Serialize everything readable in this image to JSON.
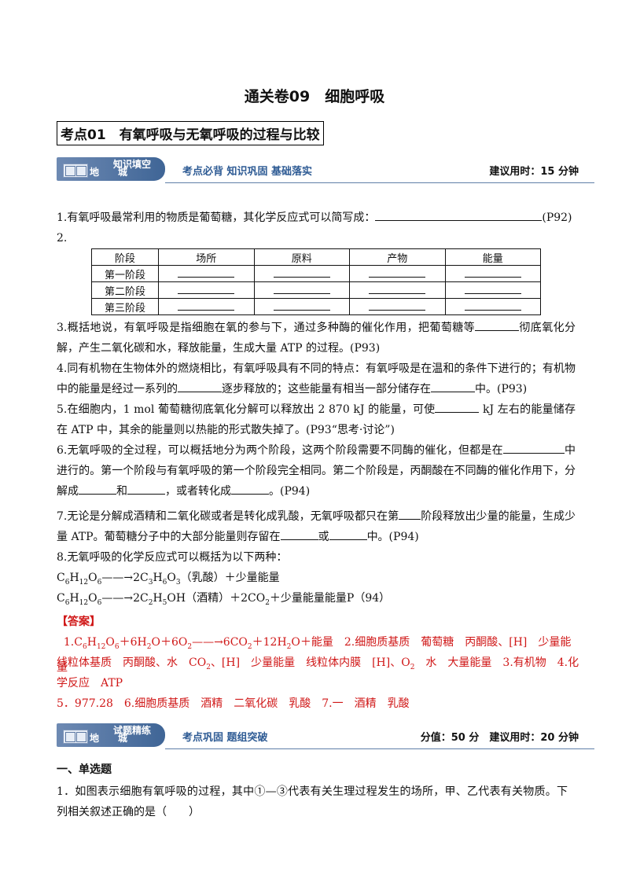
{
  "title": "通关卷09　细胞呼吸",
  "kaodian": "考点01　有氧呼吸与无氧呼吸的过程与比较",
  "banner1": {
    "dizhi": "地　城",
    "tag": "知识填空",
    "slogan": "考点必背 知识巩固 基础落实",
    "time": "建议用时：15 分钟"
  },
  "q1": {
    "text": "1.有氧呼吸最常利用的物质是葡萄糖，其化学反应式可以简写成：",
    "tail": "(P92)"
  },
  "q2": "2.",
  "table": {
    "headers": [
      "阶段",
      "场所",
      "原料",
      "产物",
      "能量"
    ],
    "rows": [
      "第一阶段",
      "第二阶段",
      "第三阶段"
    ]
  },
  "q3": {
    "a": "3.概括地说，有氧呼吸是指细胞在氧的参与下，通过多种酶的催化作用，把葡萄糖等",
    "b": "彻底氧化分解，产生二氧化碳和水，释放能量，生成大量 ATP 的过程。(P93)"
  },
  "q4": {
    "a": "4.同有机物在生物体外的燃烧相比，有氧呼吸具有不同的特点：有氧呼吸是在温和的条件下进行的；有机物中的能量是经过一系列的",
    "b": "逐步释放的；这些能量有相当一部分储存在",
    "c": "中。(P93)"
  },
  "q5": {
    "a": "5.在细胞内，1 mol 葡萄糖彻底氧化分解可以释放出 2 870 kJ 的能量，可使",
    "b": "kJ 左右的能量储存在 ATP 中，其余的能量则以热能的形式散失掉了。(P93“思考·讨论”)"
  },
  "q6": {
    "a": "6.无氧呼吸的全过程，可以概括地分为两个阶段，这两个阶段需要不同酶的催化，但都是在",
    "b": "中进行的。第一个阶段与有氧呼吸的第一个阶段完全相同。第二个阶段是，丙酮酸在不同酶的催化作用下，分解成",
    "c": "和",
    "d": "，或者转化成",
    "e": "。(P94)"
  },
  "q7": {
    "a": "7.无论是分解成酒精和二氧化碳或者是转化成乳酸，无氧呼吸都只在第",
    "b": "阶段释放出少量的能量，生成少量 ATP。葡萄糖分子中的大部分能量则存留在",
    "c": "或",
    "d": "中。(P94)"
  },
  "q8": {
    "head": "8.无氧呼吸的化学反应式可以概括为以下两种：",
    "eq1_tail": "（乳酸）＋少量能量",
    "eq2_tail": "（酒精）＋2CO",
    "eq2_end": "＋少量能量能量P（94）",
    "arrow": "——→"
  },
  "answer": {
    "head": "【答案】",
    "l1_tail": "＋能量　2.细胞质基质　葡萄糖　丙酮酸、[H]　少量能量",
    "l2": "线粒体基质　丙酮酸、水　CO",
    "l2b": "、[H]　少量能量　线粒体内膜　[H]、O",
    "l2c": "　水　大量能量　3.有机物　4.化",
    "l3": "学反应　ATP",
    "l4": "5．977.28　6.细胞质基质　酒精　二氧化碳　乳酸　7.一　酒精　乳酸"
  },
  "banner2": {
    "dizhi": "地　城",
    "tag": "试题精练",
    "slogan": "考点巩固 题组突破",
    "time": "分值：50 分　建议用时：20 分钟"
  },
  "section": "一、单选题",
  "mcq1": "1．如图表示细胞有氧呼吸的过程，其中①—③代表有关生理过程发生的场所，甲、乙代表有关物质。下列相关叙述正确的是（　　）"
}
